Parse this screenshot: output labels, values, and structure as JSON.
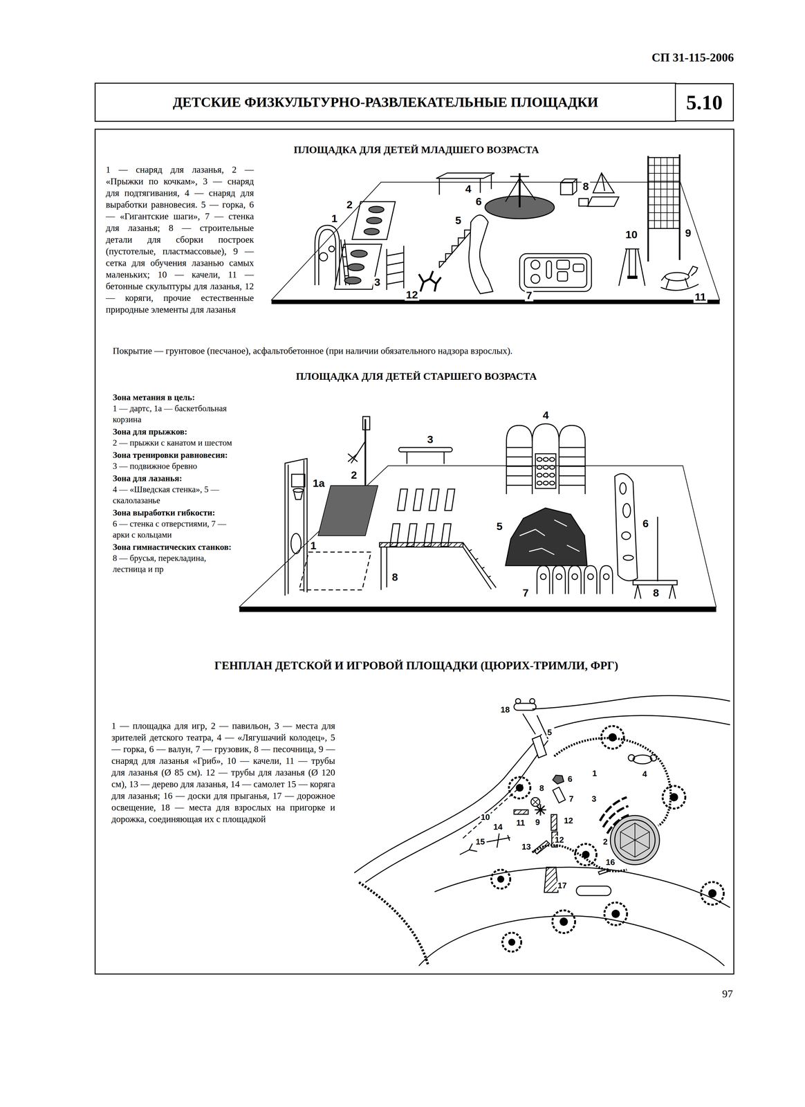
{
  "diagram": {
    "title": "ДЕТСКИЕ ФИЗКУЛЬТУРНО-РАЗВЛЕКАТЕЛЬНЫЕ ПЛОЩАДКИ",
    "nodes": [
      {
        "text": [
          "5.10"
        ]
      }
    ],
    "labels": [
      "СП 31-115-2006",
      "ПЛОЩАДКА ДЛЯ ДЕТЕЙ МЛАДШЕГО ВОЗРАСТА",
      "1 — снаряд для лазанья, 2 — «Прыжки по кочкам», 3 — снаряд для подтягивания, 4 — снаряд для выработки равновесия. 5 — горка, 6 — «Гигантские шаги», 7 — стенка для лазанья; 8 — строительные детали для сборки построек (пустотелые, пластмассовые), 9 — сетка для обучения лазанью самых маленьких; 10 — качели, 11 — бетонные скульптуры для лазанья, 12 — коряги, прочие естественные природные элементы для лазанья",
      "Покрытие — грунтовое (песчаное), асфальтобетонное (при наличии обязательного надзора взрослых).",
      "ПЛОЩАДКА ДЛЯ ДЕТЕЙ СТАРШЕГО ВОЗРАСТА",
      "Зона метания в цель:",
      "1 — дартс, 1а — баскетбольная корзина",
      "Зона для прыжков:",
      "2 — прыжки с канатом и шестом",
      "Зона тренировки равновесия:",
      "3 — подвижное бревно",
      "Зона для лазанья:",
      "4 — «Шведская стенка», 5 — скалолазанье",
      "Зона выработки гибкости:",
      "6 — стенка с отверстиями, 7 — арки с кольцами",
      "Зона гимнастических станков:",
      "8 — брусья, перекладина, лестница и пр",
      "ГЕНПЛАН ДЕТСКОЙ И ИГРОВОЙ ПЛОЩАДКИ (ЦЮРИХ-ТРИМЛИ, ФРГ)",
      "1 — площадка для игр, 2 — павильон, 3 — места для зрителей детского театра, 4 — «Лягушачий колодец», 5 — горка, 6 — валун, 7 — грузовик, 8 — песочница, 9 — снаряд для лазанья «Гриб», 10 — качели, 11 — трубы для лазанья (Ø 85 см). 12 — трубы для лазанья (Ø 120 см), 13 — дерево для лазанья, 14 — самолет 15 — коряга для лазанья; 16 — доски для прыганья, 17 — дорожное освещение, 18 — места для взрослых на пригорке и дорожка, соединяющая их с площадкой",
      "97",
      "1",
      "2",
      "3",
      "4",
      "5",
      "6",
      "7",
      "8",
      "9",
      "10",
      "11",
      "12",
      "1а",
      "1",
      "2",
      "3",
      "4",
      "5",
      "6",
      "7",
      "8",
      "8",
      "18",
      "5",
      "1",
      "4",
      "6",
      "8",
      "7",
      "3",
      "9",
      "12",
      "10",
      "14",
      "11",
      "15",
      "13",
      "12",
      "2",
      "16",
      "17"
    ]
  }
}
